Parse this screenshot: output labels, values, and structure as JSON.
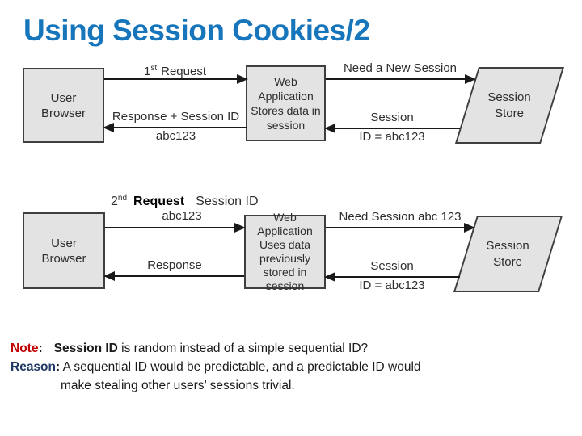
{
  "title": "Using Session Cookies/2",
  "colors": {
    "title_blue": "#1776BB",
    "note_red": "#C00000",
    "reason_navy": "#1F3864",
    "box_fill": "#E3E3E3",
    "box_border": "#3F3F3F",
    "arrow_black": "#1A1A1A"
  },
  "flow_first_request": {
    "browser_box": "User\nBrowser",
    "webapp_box": "Web\nApplication\nStores data in\nsession",
    "store_label": "Session\nStore",
    "request_num": "1",
    "request_ord": "st",
    "request_text": "Request",
    "response_line1": "Response + Session ID",
    "response_line2": "abc123",
    "need_label": "Need a New Session",
    "session_line1": "Session",
    "session_line2": "ID = abc123"
  },
  "flow_second_request": {
    "browser_box": "User\nBrowser",
    "webapp_box": "Web Application\nUses data\npreviously\nstored in\nsession",
    "store_label": "Session\nStore",
    "request_num": "2",
    "request_ord": "nd",
    "request_text": "Request",
    "request_session": "Session ID",
    "request_line2": "abc123",
    "response_label": "Response",
    "need_label": "Need Session abc 123",
    "session_line1": "Session",
    "session_line2": "ID = abc123"
  },
  "note": {
    "note_label": "Note",
    "colon": ":",
    "highlight": "Session ID",
    "note_text": " is random instead of a simple sequential ID?",
    "reason_label": "Reason",
    "reason_text": " A sequential ID would be predictable, and a predictable ID would",
    "reason_text_line2": "make stealing other users’ sessions trivial."
  }
}
